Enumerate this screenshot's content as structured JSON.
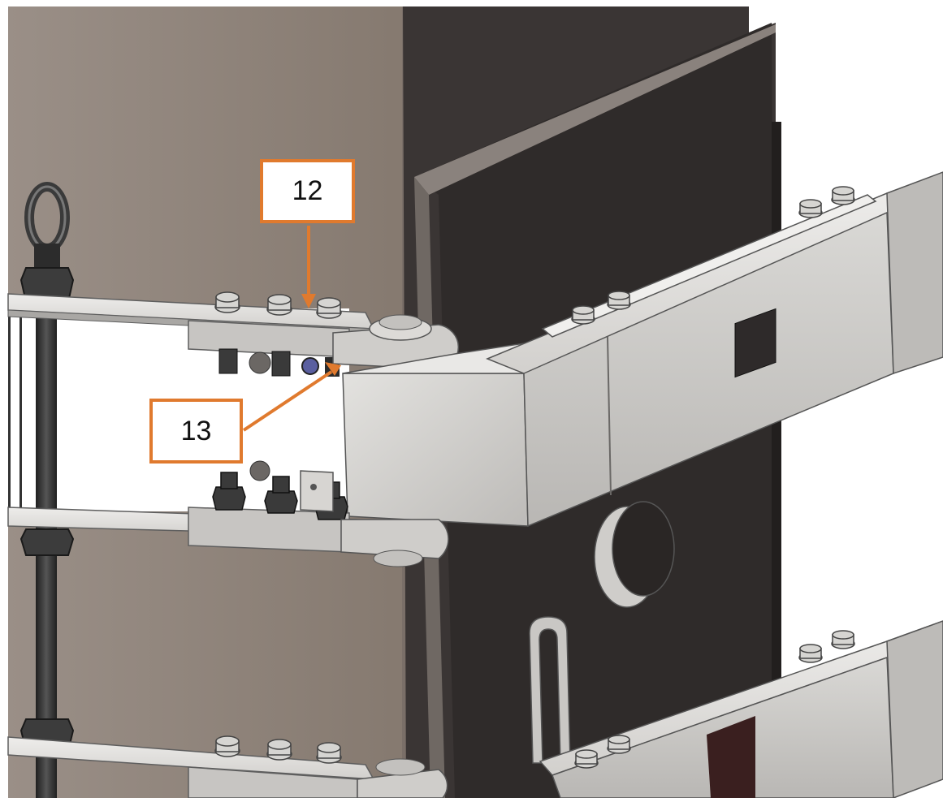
{
  "colors": {
    "callout_accent": "#e07a2e",
    "wall_light": "#8f837b",
    "wall_dark": "#3a3534",
    "steel_light": "#e6e5e3",
    "steel_mid": "#c6c4c1",
    "steel_dark": "#8b8987",
    "rod": "#2f2f2f",
    "background": "#ffffff"
  },
  "callouts": [
    {
      "number": "12",
      "target": "top-clamp-plate-bolt"
    },
    {
      "number": "13",
      "target": "hinge-pin-nut"
    }
  ]
}
